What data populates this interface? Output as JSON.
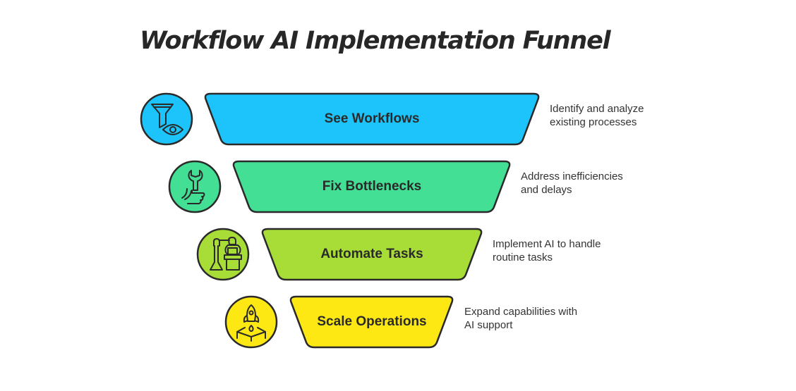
{
  "title": "Workflow AI Implementation Funnel",
  "colors": {
    "outline": "#2a2a2a",
    "text": "#2a2a2a"
  },
  "stages": [
    {
      "label": "See Workflows",
      "description_line1": "Identify and analyze",
      "description_line2": "existing processes",
      "icon": "funnel-eye-icon",
      "color": "#1dc4fb"
    },
    {
      "label": "Fix Bottlenecks",
      "description_line1": "Address inefficiencies",
      "description_line2": "and delays",
      "icon": "wrench-hand-icon",
      "color": "#43df94"
    },
    {
      "label": "Automate Tasks",
      "description_line1": "Implement AI to handle",
      "description_line2": "routine tasks",
      "icon": "robot-arm-icon",
      "color": "#a8dc36"
    },
    {
      "label": "Scale Operations",
      "description_line1": "Expand capabilities with",
      "description_line2": "AI support",
      "icon": "rocket-launch-icon",
      "color": "#fde813"
    }
  ]
}
